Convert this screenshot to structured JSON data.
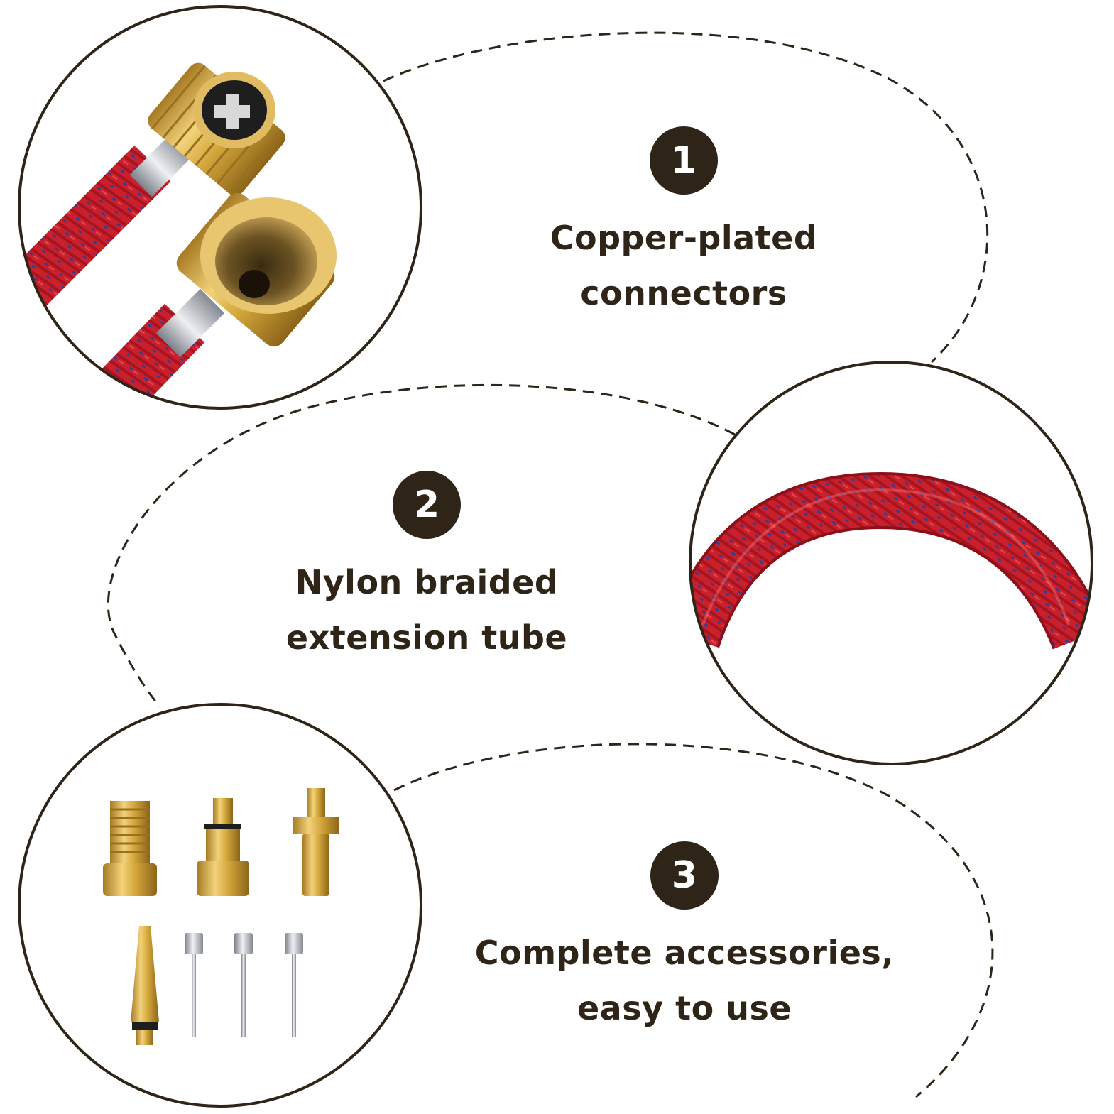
{
  "features": [
    {
      "number": "1",
      "line1": "Copper-plated",
      "line2": "connectors",
      "image": "copper-connectors-photo"
    },
    {
      "number": "2",
      "line1": "Nylon braided",
      "line2": "extension tube",
      "image": "braided-tube-photo"
    },
    {
      "number": "3",
      "line1": "Complete accessories,",
      "line2": "easy to use",
      "image": "valve-adapters-photo"
    }
  ],
  "colors": {
    "ink": "#2e2418",
    "hose_red": "#c8202c",
    "weave_blue": "#2a3f9c",
    "brass": "#d4a83c",
    "steel": "#b8bcc4"
  }
}
